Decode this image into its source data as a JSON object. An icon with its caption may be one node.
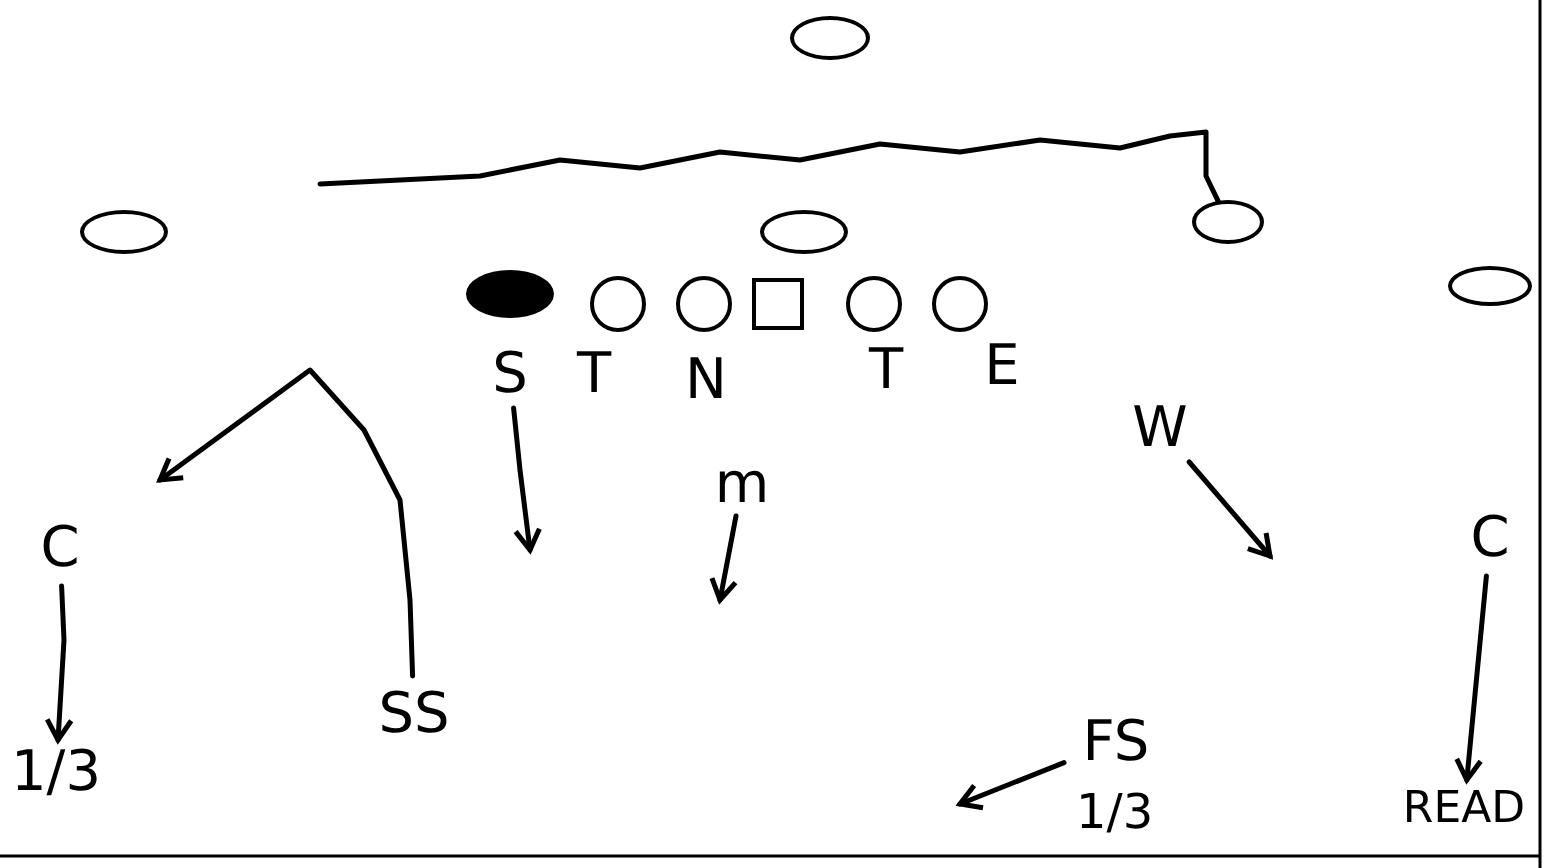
{
  "diagram": {
    "nodes": [
      {
        "text": [],
        "shape": "ellipse"
      },
      {
        "text": [],
        "shape": "ellipse"
      },
      {
        "text": [],
        "shape": "ellipse"
      },
      {
        "text": [],
        "shape": "ellipse"
      },
      {
        "text": [],
        "shape": "ellipse"
      },
      {
        "text": [],
        "shape": "ellipse"
      },
      {
        "text": [],
        "shape": "circle"
      },
      {
        "text": [],
        "shape": "circle"
      },
      {
        "text": [],
        "shape": "box"
      },
      {
        "text": [],
        "shape": "circle"
      },
      {
        "text": [],
        "shape": "circle"
      },
      {
        "text": [
          "S"
        ]
      },
      {
        "text": [
          "T"
        ]
      },
      {
        "text": [
          "N"
        ]
      },
      {
        "text": [
          "T"
        ]
      },
      {
        "text": [
          "E"
        ]
      },
      {
        "text": [
          "m"
        ]
      },
      {
        "text": [
          "W"
        ]
      },
      {
        "text": [
          "C"
        ]
      },
      {
        "text": [
          "C"
        ]
      },
      {
        "text": [
          "1/3"
        ]
      },
      {
        "text": [
          "SS"
        ]
      },
      {
        "text": [
          "FS"
        ]
      },
      {
        "text": [
          "READ"
        ]
      }
    ],
    "edges": [
      {
        "from": 3,
        "to": null,
        "arrow": "none"
      },
      {
        "from": 11,
        "to": null,
        "arrow": "to"
      },
      {
        "from": 21,
        "to": null,
        "arrow": "to"
      },
      {
        "from": 16,
        "to": null,
        "arrow": "to"
      },
      {
        "from": 17,
        "to": null,
        "arrow": "to"
      },
      {
        "from": 18,
        "to": 20,
        "arrow": "to"
      },
      {
        "from": 19,
        "to": 23,
        "arrow": "to"
      },
      {
        "from": 22,
        "to": null,
        "arrow": "to"
      }
    ],
    "labels": [
      "1/3"
    ]
  }
}
